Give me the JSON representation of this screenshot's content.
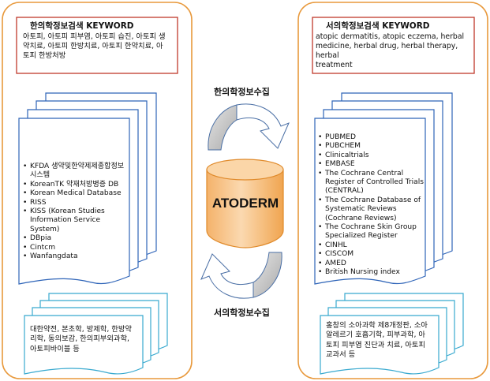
{
  "korean_side": {
    "keyword_title": "한의학정보검색 KEYWORD",
    "keyword_lines": [
      "아토피, 아토피 피부염, 아토피 습진, 아토피 생",
      "약치료, 아토피 한방치료, 아토피 한약치료, 아",
      "토피 한방처방"
    ],
    "databases": [
      "KFDA 생약및한약제제종합정보시스템",
      "KoreanTK 약재처방병증 DB",
      "Korean Medical Database",
      "RISS",
      "KISS (Korean Studies Information Service System)",
      "DBpia",
      "Cintcm",
      "Wanfangdata"
    ],
    "references_lines": [
      "대한약전, 본초학, 방제학, 한방약",
      "리학, 동의보감, 한의피부외과학,",
      "아토피바이블 등"
    ],
    "collect_label": "한의학정보수집"
  },
  "western_side": {
    "keyword_title": "서의학정보검색 KEYWORD",
    "keyword_lines": [
      "atopic dermatitis, atopic eczema, herbal",
      "medicine, herbal drug, herbal therapy, herbal",
      "treatment"
    ],
    "databases": [
      "PUBMED",
      "PUBCHEM",
      "Clinicaltrials",
      "EMBASE",
      "The Cochrane Central Register of Controlled Trials (CENTRAL)",
      "The Cochrane Database of Systematic Reviews (Cochrane Reviews)",
      "The Cochrane Skin Group Specialized Register",
      "CINHL",
      "CISCOM",
      "AMED",
      "British Nursing index"
    ],
    "references_lines": [
      "홍창의 소아과학 제8개정판, 소아",
      "알레르기 호흡기학, 피부과학, 아",
      "토피 피부염 진단과 치료, 아토피",
      "교과서 등"
    ],
    "collect_label": "서의학정보수집"
  },
  "center": {
    "title": "ATODERM"
  },
  "colors": {
    "frame_orange": "#e8993c",
    "keyword_border": "#c0392b",
    "document_blue": "#2e64b8",
    "arrow_gray": "#bfbfbf",
    "arrow_outline": "#4a6fa5",
    "cylinder_fill": "#f7c388",
    "cylinder_edge": "#e08a2a"
  }
}
